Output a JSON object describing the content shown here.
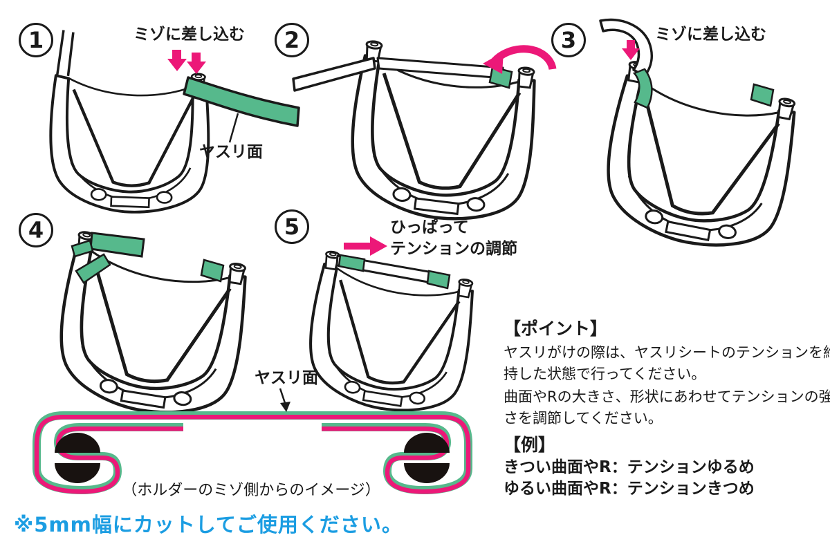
{
  "colors": {
    "green": "#56b98c",
    "pink": "#ec1878",
    "blue": "#1b9de2"
  },
  "steps": [
    {
      "number": "1",
      "label": "ミゾに差し込む",
      "surface_label": "ヤスリ面"
    },
    {
      "number": "2"
    },
    {
      "number": "3",
      "label": "ミゾに差し込む"
    },
    {
      "number": "4"
    },
    {
      "number": "5",
      "label_line1": "ひっぱって",
      "label_line2": "テンションの調節"
    }
  ],
  "cross_section": {
    "surface_label": "ヤスリ面",
    "caption": "（ホルダーのミゾ側からのイメージ）"
  },
  "point_section": {
    "title": "【ポイント】",
    "lines": [
      "ヤスリがけの際は、ヤスリシートのテンションを維",
      "持した状態で行ってください。",
      "曲面やRの大きさ、形状にあわせてテンションの強",
      "さを調節してください。"
    ]
  },
  "example_section": {
    "title": "【例】",
    "lines": [
      "きつい曲面やR：テンションゆるめ",
      "ゆるい曲面やR：テンションきつめ"
    ]
  },
  "footnote": "※5mm幅にカットしてご使用ください。"
}
